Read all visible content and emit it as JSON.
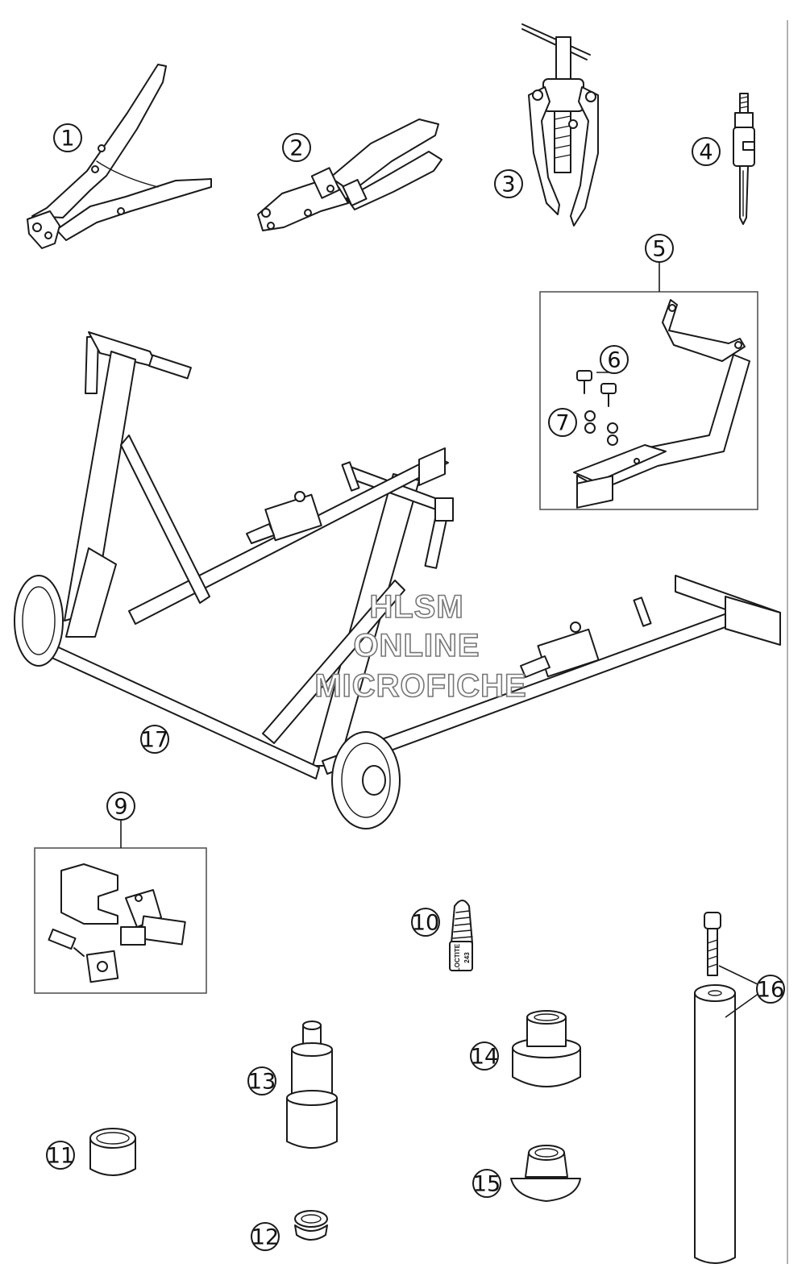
{
  "diagram": {
    "callouts": [
      {
        "id": "c1",
        "label": "1"
      },
      {
        "id": "c2",
        "label": "2"
      },
      {
        "id": "c3",
        "label": "3"
      },
      {
        "id": "c4",
        "label": "4"
      },
      {
        "id": "c5",
        "label": "5"
      },
      {
        "id": "c6",
        "label": "6"
      },
      {
        "id": "c7",
        "label": "7"
      },
      {
        "id": "c9",
        "label": "9"
      },
      {
        "id": "c10",
        "label": "10"
      },
      {
        "id": "c11",
        "label": "11"
      },
      {
        "id": "c12",
        "label": "12"
      },
      {
        "id": "c13",
        "label": "13"
      },
      {
        "id": "c14",
        "label": "14"
      },
      {
        "id": "c15",
        "label": "15"
      },
      {
        "id": "c16",
        "label": "16"
      },
      {
        "id": "c17",
        "label": "17"
      }
    ],
    "watermark": {
      "line1": "HLSM",
      "line2": "ONLINE",
      "line3": "MICROFICHE"
    },
    "loctite_label": {
      "brand": "LOCTITE",
      "number": "243"
    }
  }
}
